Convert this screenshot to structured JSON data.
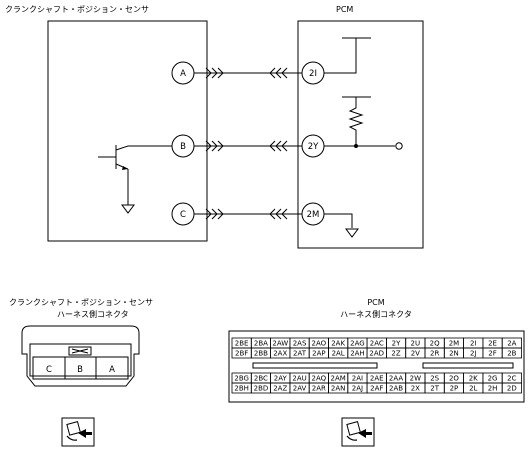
{
  "schematic": {
    "sensor_title": "クランクシャフト・ポジション・センサ",
    "pcm_title": "PCM",
    "sensor_pins": [
      "A",
      "B",
      "C"
    ],
    "pcm_pins": [
      "2I",
      "2Y",
      "2M"
    ]
  },
  "connectors": {
    "sensor_view_title_line1": "クランクシャフト・ポジション・センサ",
    "sensor_view_title_line2": "ハーネス側コネクタ",
    "sensor_terminals": [
      "C",
      "B",
      "A"
    ],
    "pcm_view_title_line1": "PCM",
    "pcm_view_title_line2": "ハーネス側コネクタ",
    "pcm_rows_top": [
      [
        "2BE",
        "2BA",
        "2AW",
        "2AS",
        "2AO",
        "2AK",
        "2AG",
        "2AC",
        "2Y",
        "2U",
        "2Q",
        "2M",
        "2I",
        "2E",
        "2A"
      ],
      [
        "2BF",
        "2BB",
        "2AX",
        "2AT",
        "2AP",
        "2AL",
        "2AH",
        "2AD",
        "2Z",
        "2V",
        "2R",
        "2N",
        "2J",
        "2F",
        "2B"
      ]
    ],
    "pcm_rows_bottom": [
      [
        "2BG",
        "2BC",
        "2AY",
        "2AU",
        "2AQ",
        "2AM",
        "2AI",
        "2AE",
        "2AA",
        "2W",
        "2S",
        "2O",
        "2K",
        "2G",
        "2C"
      ],
      [
        "2BH",
        "2BD",
        "2AZ",
        "2AV",
        "2AR",
        "2AN",
        "2AJ",
        "2AF",
        "2AB",
        "2X",
        "2T",
        "2P",
        "2L",
        "2H",
        "2D"
      ]
    ]
  },
  "icons": [
    "harness-side-view-icon",
    "harness-side-view-icon"
  ]
}
